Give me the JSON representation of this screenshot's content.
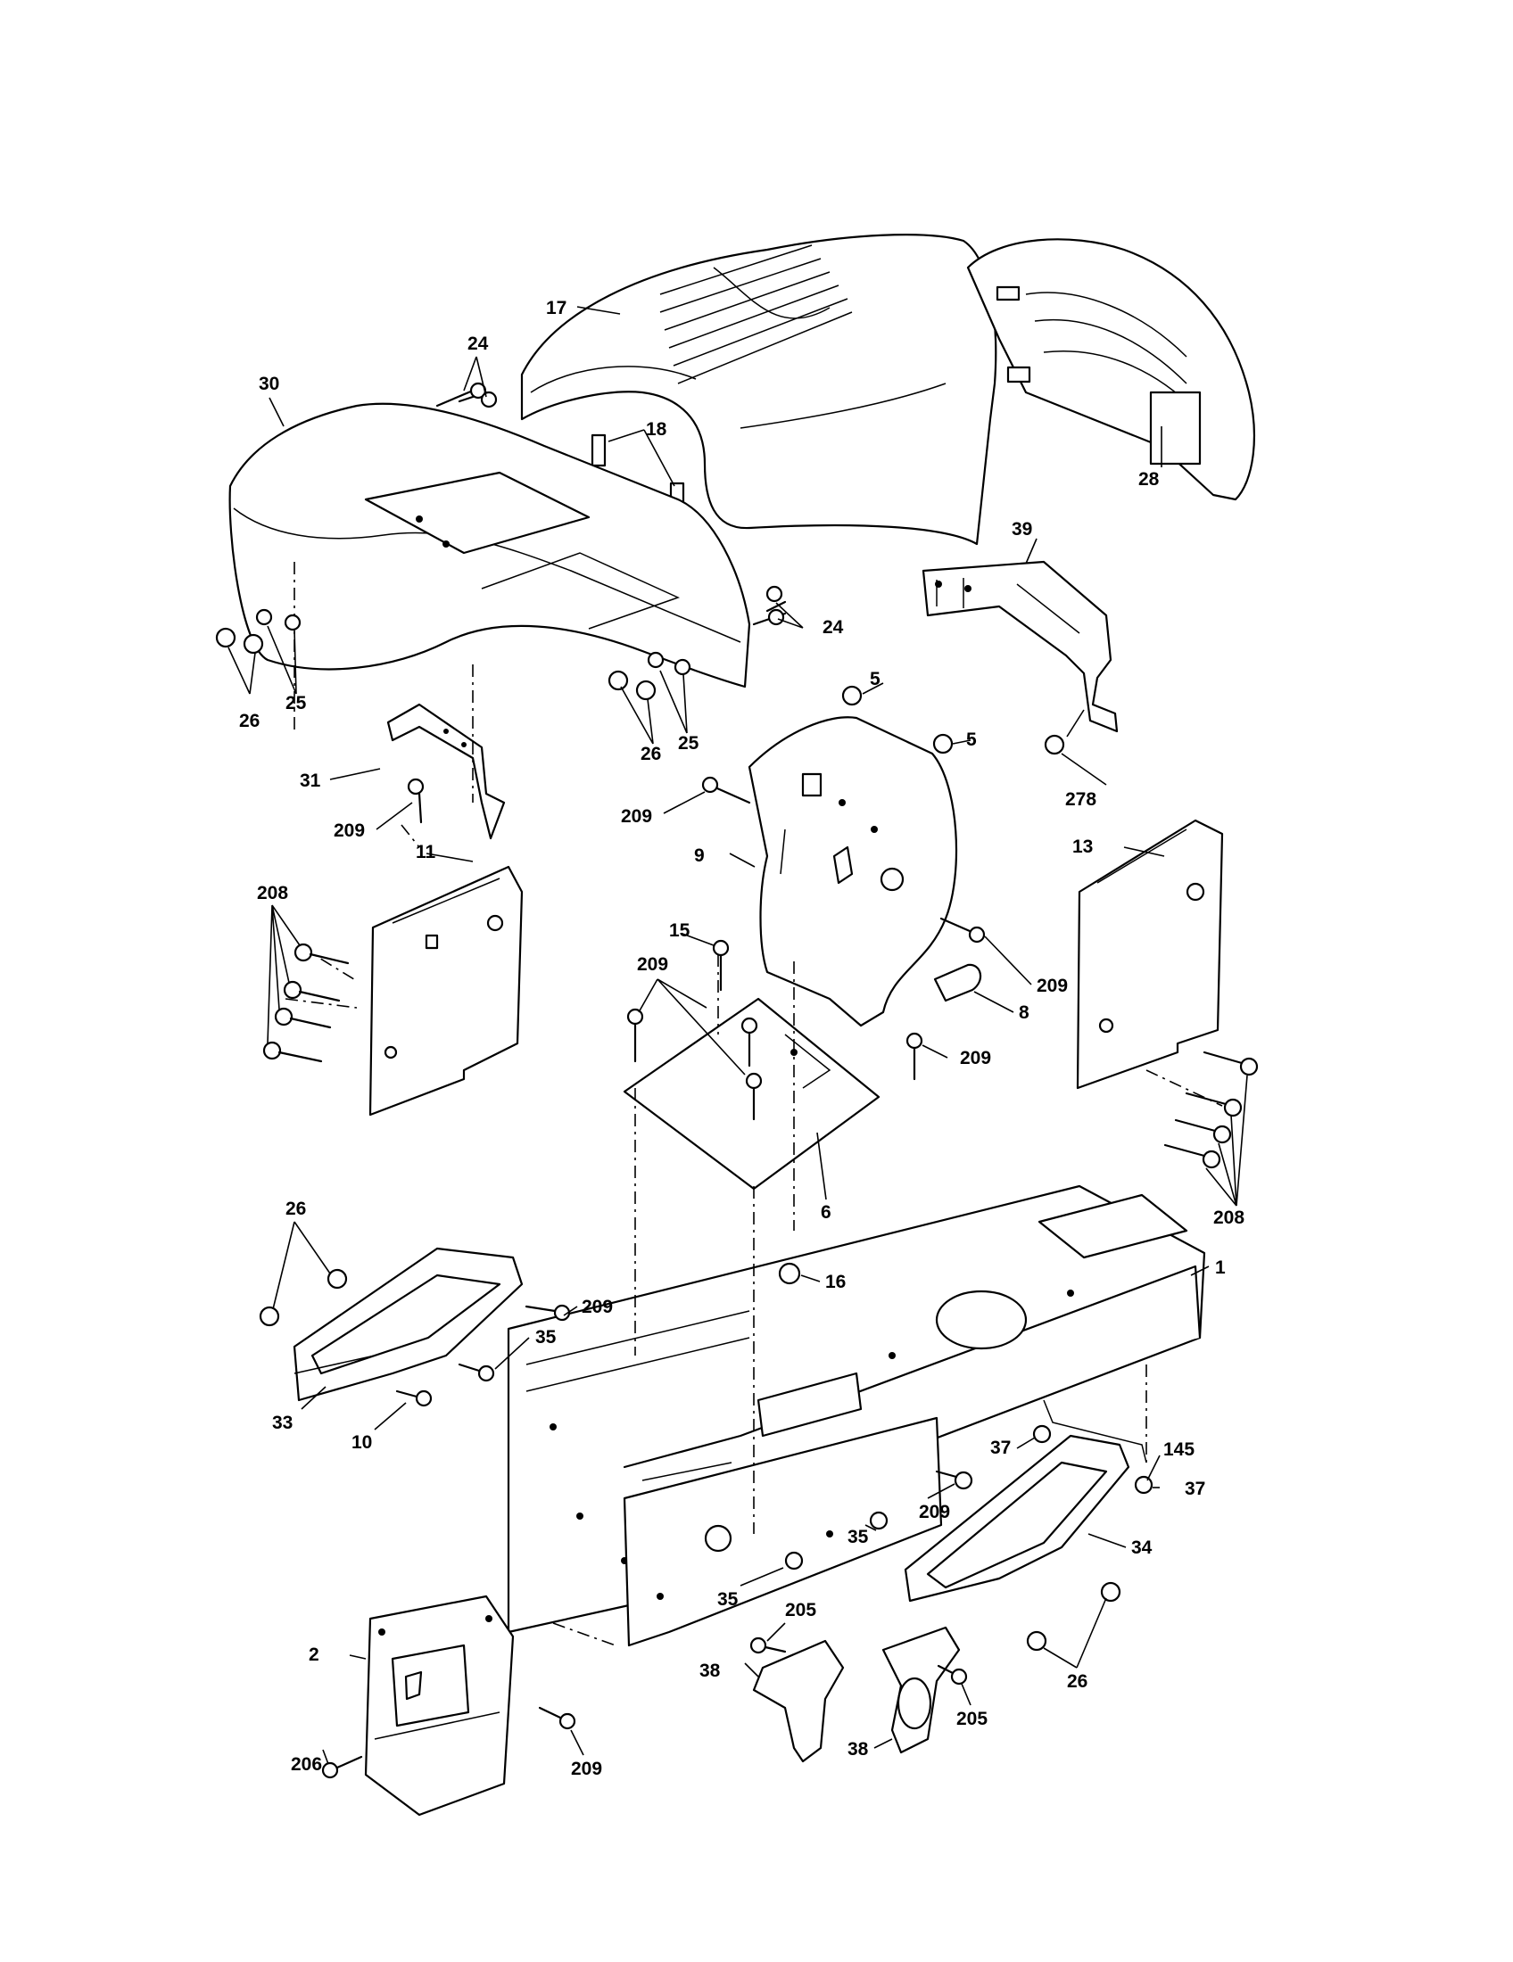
{
  "diagram": {
    "callouts": [
      {
        "id": "c17",
        "label": "17"
      },
      {
        "id": "c24a",
        "label": "24"
      },
      {
        "id": "c30",
        "label": "30"
      },
      {
        "id": "c18",
        "label": "18"
      },
      {
        "id": "c28",
        "label": "28"
      },
      {
        "id": "c39",
        "label": "39"
      },
      {
        "id": "c24b",
        "label": "24"
      },
      {
        "id": "c25a",
        "label": "25"
      },
      {
        "id": "c26a",
        "label": "26"
      },
      {
        "id": "c25b",
        "label": "25"
      },
      {
        "id": "c26b",
        "label": "26"
      },
      {
        "id": "c5a",
        "label": "5"
      },
      {
        "id": "c5b",
        "label": "5"
      },
      {
        "id": "c278",
        "label": "278"
      },
      {
        "id": "c31",
        "label": "31"
      },
      {
        "id": "c209a",
        "label": "209"
      },
      {
        "id": "c209b",
        "label": "209"
      },
      {
        "id": "c9",
        "label": "9"
      },
      {
        "id": "c13",
        "label": "13"
      },
      {
        "id": "c208a",
        "label": "208"
      },
      {
        "id": "c11",
        "label": "11"
      },
      {
        "id": "c15",
        "label": "15"
      },
      {
        "id": "c209c",
        "label": "209"
      },
      {
        "id": "c209d",
        "label": "209"
      },
      {
        "id": "c8",
        "label": "8"
      },
      {
        "id": "c209e",
        "label": "209"
      },
      {
        "id": "c6",
        "label": "6"
      },
      {
        "id": "c208b",
        "label": "208"
      },
      {
        "id": "c26c",
        "label": "26"
      },
      {
        "id": "c16",
        "label": "16"
      },
      {
        "id": "c1",
        "label": "1"
      },
      {
        "id": "c209f",
        "label": "209"
      },
      {
        "id": "c35a",
        "label": "35"
      },
      {
        "id": "c33",
        "label": "33"
      },
      {
        "id": "c10",
        "label": "10"
      },
      {
        "id": "c37a",
        "label": "37"
      },
      {
        "id": "c145",
        "label": "145"
      },
      {
        "id": "c209g",
        "label": "209"
      },
      {
        "id": "c37b",
        "label": "37"
      },
      {
        "id": "c35b",
        "label": "35"
      },
      {
        "id": "c34",
        "label": "34"
      },
      {
        "id": "c35c",
        "label": "35"
      },
      {
        "id": "c205a",
        "label": "205"
      },
      {
        "id": "c2",
        "label": "2"
      },
      {
        "id": "c38a",
        "label": "38"
      },
      {
        "id": "c26d",
        "label": "26"
      },
      {
        "id": "c205b",
        "label": "205"
      },
      {
        "id": "c38b",
        "label": "38"
      },
      {
        "id": "c206",
        "label": "206"
      },
      {
        "id": "c209h",
        "label": "209"
      }
    ]
  }
}
